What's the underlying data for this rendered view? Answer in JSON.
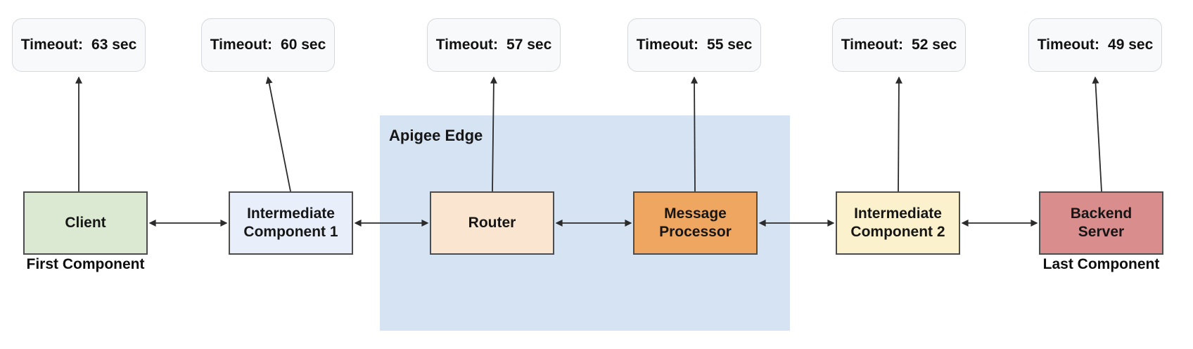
{
  "apigee_region": {
    "label": "Apigee Edge",
    "fill": "#d6e3f2"
  },
  "components": [
    {
      "id": "client",
      "lines": [
        "Client"
      ],
      "fill": "#dbe9d3",
      "timeout_label": "Timeout:",
      "timeout_value": "63 sec",
      "footnote": "First Component"
    },
    {
      "id": "intermediate-component-1",
      "lines": [
        "Intermediate",
        "Component 1"
      ],
      "fill": "#e8effa",
      "timeout_label": "Timeout:",
      "timeout_value": "60 sec"
    },
    {
      "id": "router",
      "lines": [
        "Router"
      ],
      "fill": "#fae6d0",
      "timeout_label": "Timeout:",
      "timeout_value": "57 sec"
    },
    {
      "id": "message-processor",
      "lines": [
        "Message",
        "Processor"
      ],
      "fill": "#eea660",
      "timeout_label": "Timeout:",
      "timeout_value": "55 sec"
    },
    {
      "id": "intermediate-component-2",
      "lines": [
        "Intermediate",
        "Component 2"
      ],
      "fill": "#fbf1cc",
      "timeout_label": "Timeout:",
      "timeout_value": "52 sec"
    },
    {
      "id": "backend-server",
      "lines": [
        "Backend",
        "Server"
      ],
      "fill": "#d98d8d",
      "timeout_label": "Timeout:",
      "timeout_value": "49 sec",
      "footnote": "Last Component"
    }
  ],
  "colors": {
    "arrow": "#2b2b2b",
    "box_border": "#4d4d4d",
    "timeout_fill": "#f8f9fa",
    "timeout_border": "#d5d8de"
  }
}
